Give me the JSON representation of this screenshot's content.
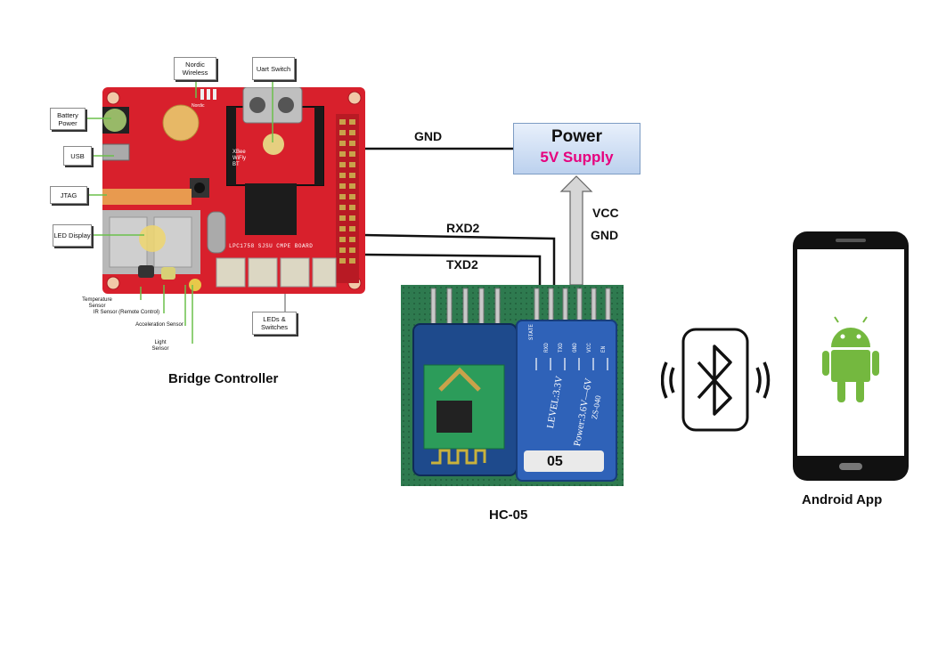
{
  "board": {
    "caption": "Bridge Controller",
    "silkscreen_line1": "LPC1758 SJSU CMPE BOARD",
    "xbee_text": "XBee WiFly BT",
    "nordic_text": "Nordic",
    "callouts": {
      "nordic": "Nordic Wireless",
      "uart": "Uart Switch",
      "battery": "Battery Power",
      "usb": "USB",
      "jtag": "JTAG",
      "led_display": "LED Display",
      "leds_switches": "LEDs & Switches"
    },
    "sensors": {
      "temperature": "Temperature Sensor",
      "ir": "IR Sensor (Remote Control)",
      "acceleration": "Acceleration Sensor",
      "light": "Light Sensor"
    }
  },
  "power": {
    "title": "Power",
    "subtitle": "5V Supply",
    "subtitle_color": "#e6007e"
  },
  "wires": {
    "gnd_top": "GND",
    "rxd2": "RXD2",
    "txd2": "TXD2",
    "vcc": "VCC",
    "gnd_side": "GND"
  },
  "module": {
    "caption": "HC-05",
    "pins": [
      "STATE",
      "RXD",
      "TXD",
      "GND",
      "VCC",
      "EN"
    ],
    "text1": "LEVEL:3.3V",
    "text2": "Power:3.6V—6V",
    "text3": "ZS-040",
    "sticker": "05"
  },
  "phone": {
    "caption": "Android App"
  },
  "colors": {
    "board_red": "#d8202c",
    "module_green": "#2e7a4f",
    "android_green": "#74b83f"
  }
}
